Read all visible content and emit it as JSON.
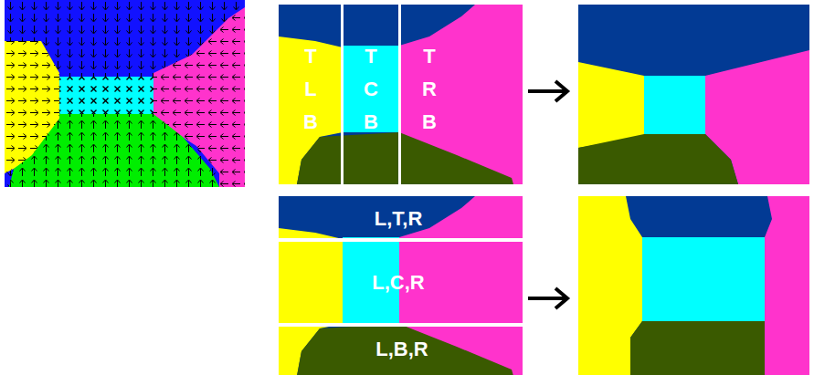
{
  "diagram": {
    "labels": [
      "T L B",
      "T C B",
      "T R B",
      "L,T,R",
      "L,C,R",
      "L,B,R"
    ]
  }
}
